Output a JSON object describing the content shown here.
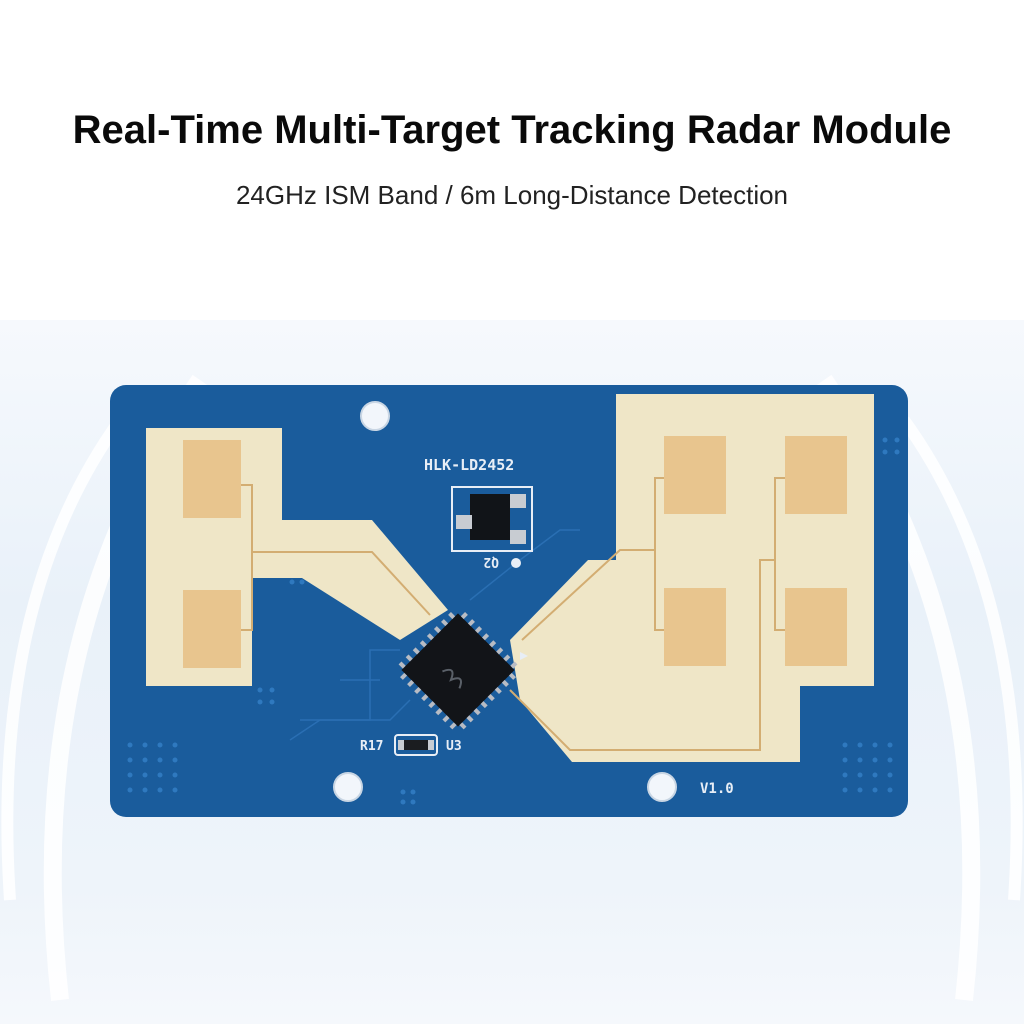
{
  "header": {
    "title": "Real-Time Multi-Target Tracking Radar Module",
    "subtitle": "24GHz ISM Band / 6m Long-Distance Detection"
  },
  "board": {
    "model_silkscreen": "HLK-LD2452",
    "transistor_label": "Q2",
    "resistor_label": "R17",
    "ic_label": "U3",
    "version_label": "V1.0",
    "colors": {
      "pcb": "#1a5c9c",
      "antenna": "#efe6c7",
      "patch": "#e8c58e",
      "silkscreen": "#e8eef6"
    }
  }
}
